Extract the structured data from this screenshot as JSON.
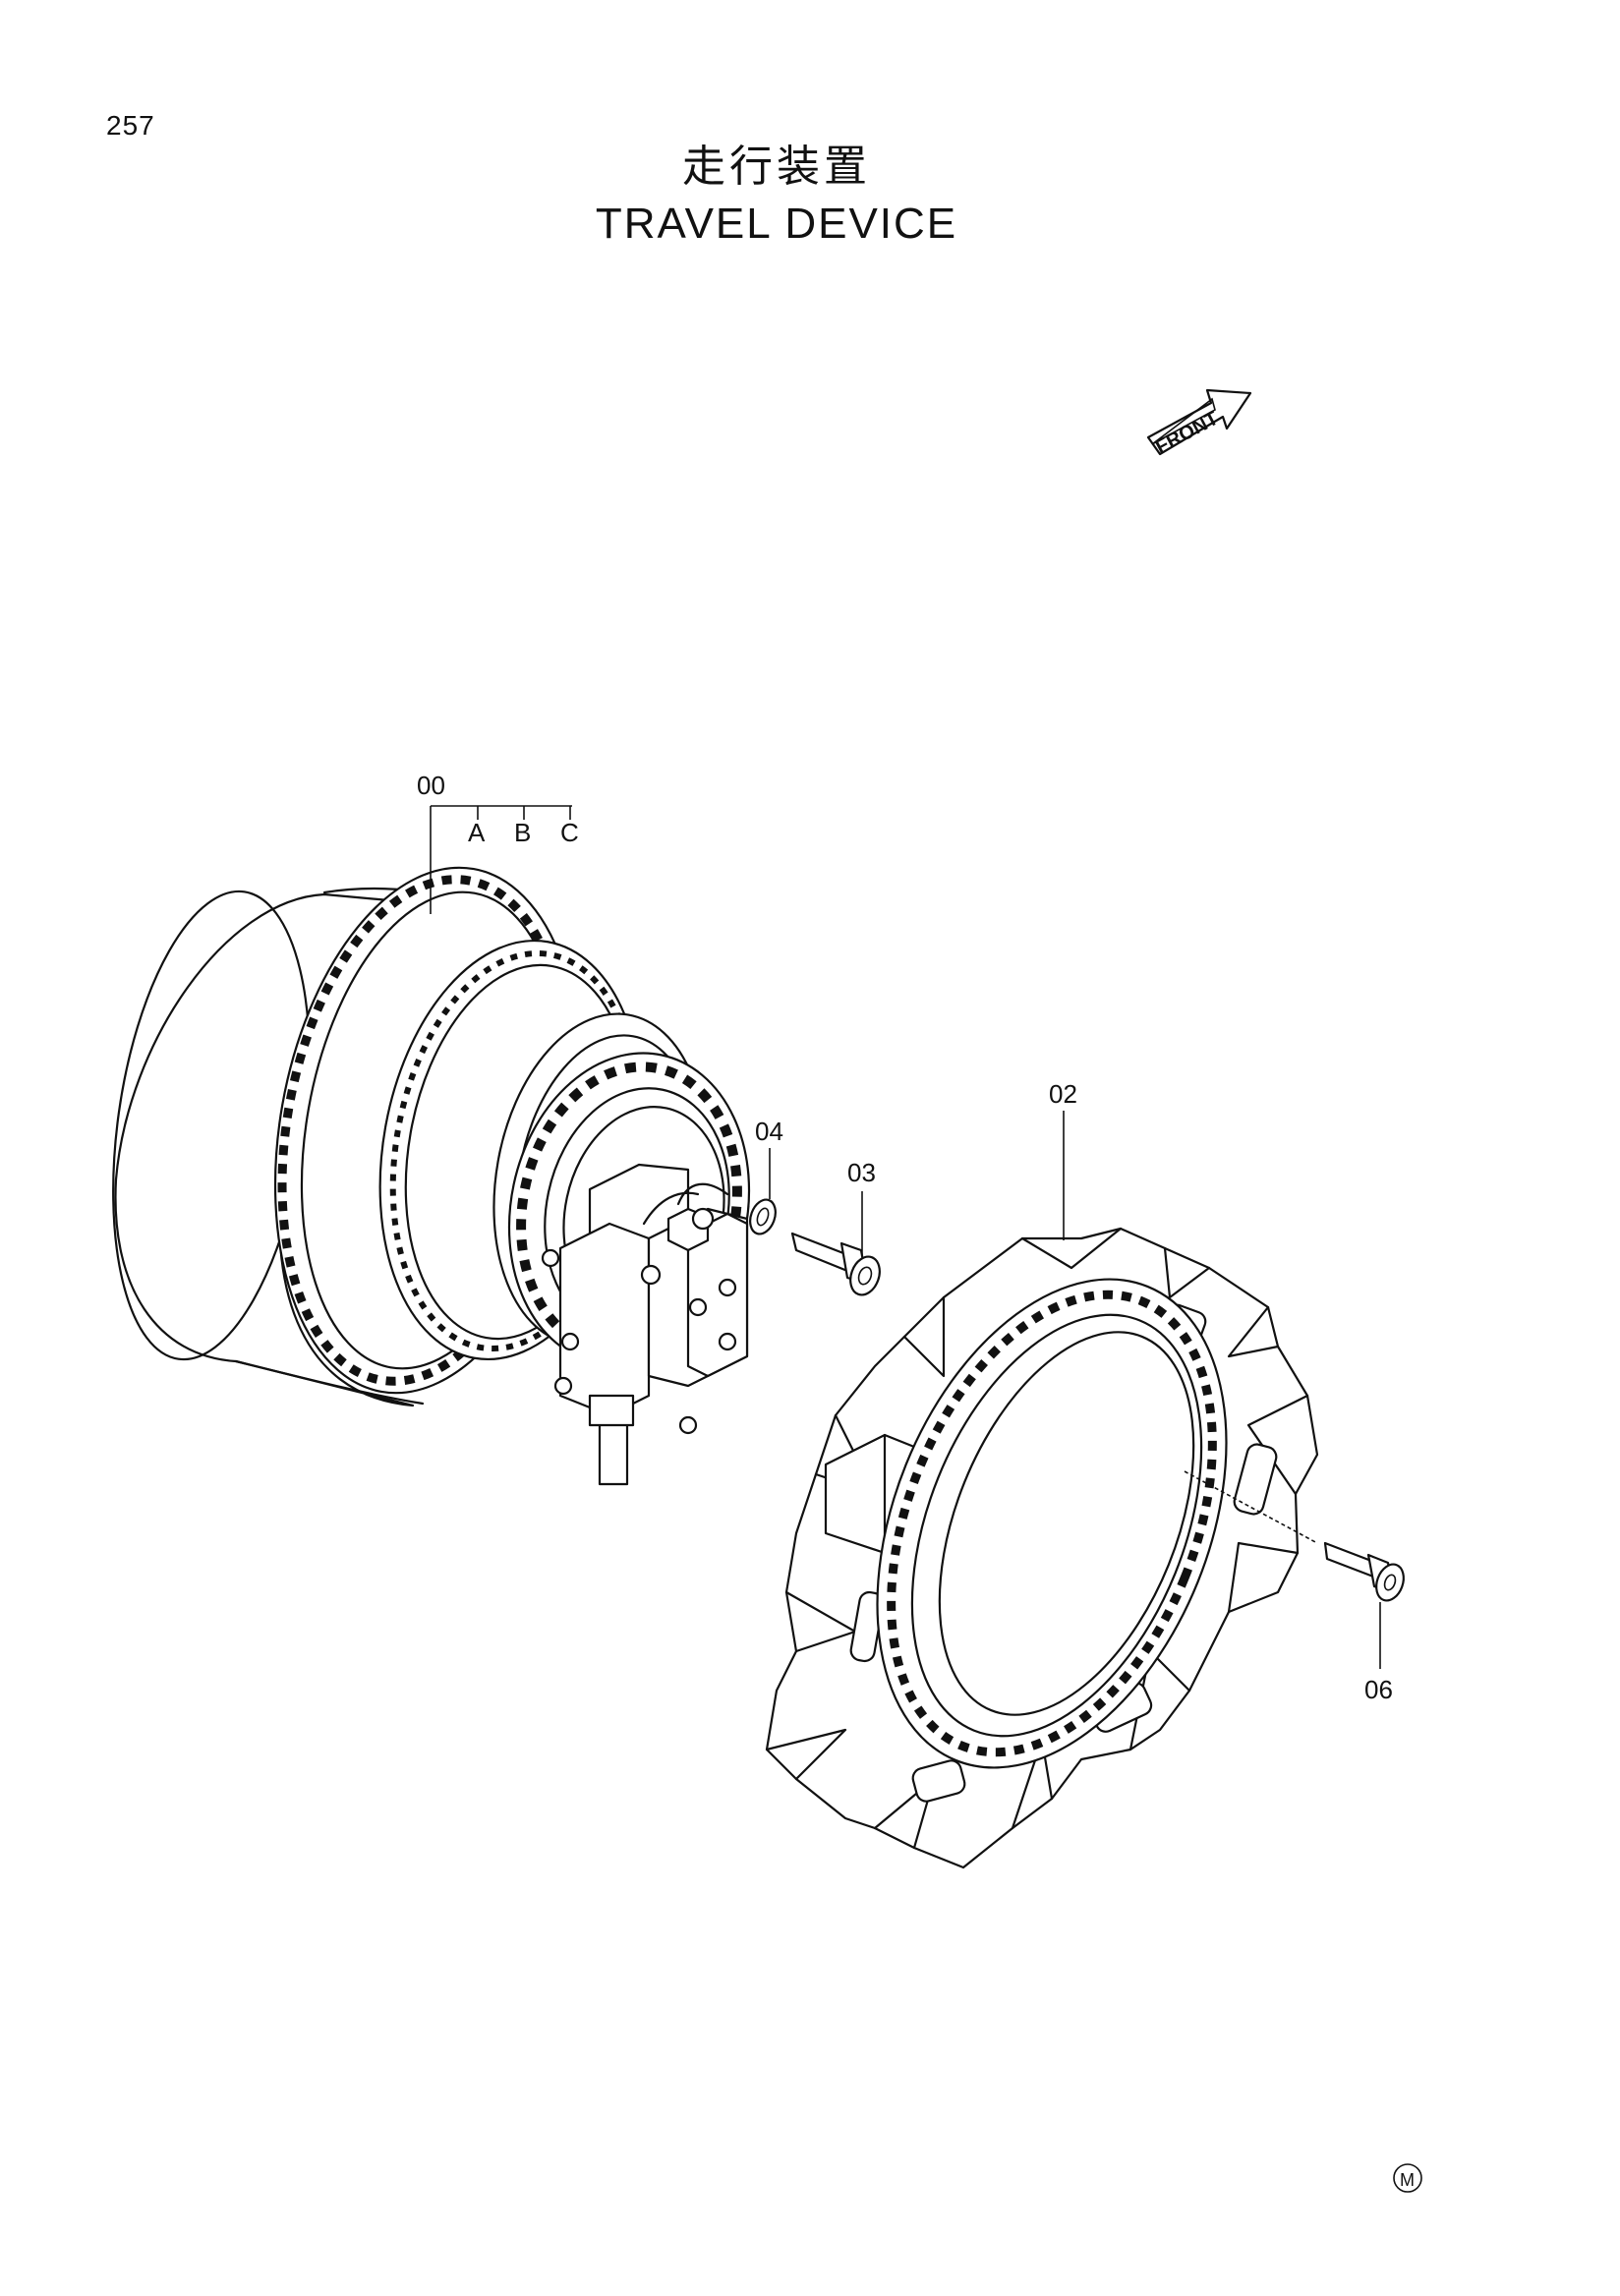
{
  "page": {
    "number": "257",
    "title_jp": "走行装置",
    "title_en": "TRAVEL DEVICE"
  },
  "direction_indicator": {
    "label": "FRONT"
  },
  "callouts": {
    "assembly": "00",
    "variant_a": "A",
    "variant_b": "B",
    "variant_c": "C",
    "sprocket": "02",
    "bolt": "03",
    "washer": "04",
    "sprocket_bolt": "06"
  },
  "footer": {
    "mark": "M"
  }
}
